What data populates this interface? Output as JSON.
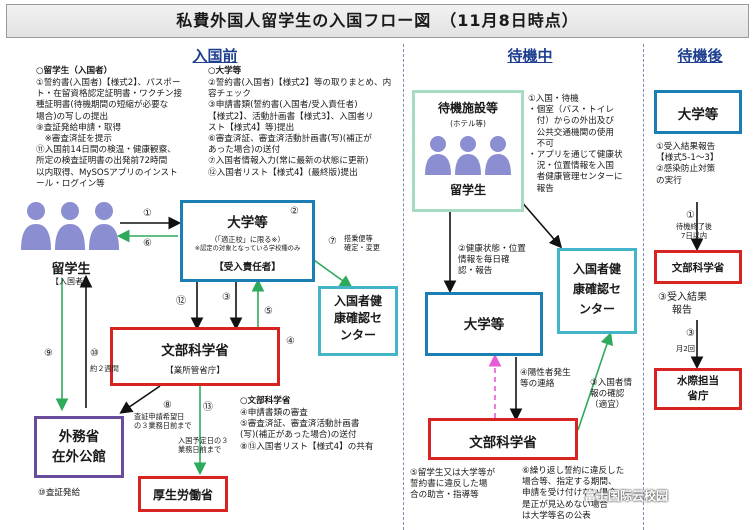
{
  "title": "私費外国人留学生の入国フロー図　（11月8日時点）",
  "sections": {
    "before": "入国前",
    "waiting": "待機中",
    "after": "待機後"
  },
  "before": {
    "student_head": "○留学生（入国者）",
    "student_lines": [
      "①誓約書(入国者)【様式2】、パスポー",
      "ト・在留資格認定証明書・ワクチン接",
      "種証明書(待機期間の短縮が必要な",
      "場合)の写しの提出",
      "⑨査証発給申請・取得",
      "　※審査済証を提示",
      "⑪入国前14日間の検温・健康観察、",
      "所定の検査証明書の出発前72時間",
      "以内取得、MySOSアプリのインスト",
      "ール・ログイン等"
    ],
    "univ_head": "○大学等",
    "univ_lines": [
      "②誓約書(入国者)【様式2】等の取りまとめ、内",
      "容チェック",
      "③申請書類(誓約書(入国者/受入責任者)",
      "【様式2】、活動計画書【様式3】、入国者リ",
      "スト【様式4】等)提出",
      "⑥審査済証、審査済活動計画書(写)(補正が",
      "あった場合)の送付",
      "⑦入国者情報入力(常に最新の状態に更新)",
      "⑫入国者リスト【様式4】(最終版)提出"
    ],
    "student_label": "留学生",
    "student_sub": "【入国者】",
    "univ_box": {
      "title": "大学等",
      "note1": "（「適正校」に限る※）",
      "note2": "※認定の対象となっている学校種のみ",
      "sub": "【受入責任者】"
    },
    "entrant_center": [
      "入国者健",
      "康確認セ",
      "ンター"
    ],
    "mext": {
      "title": "文部科学省",
      "sub": "【業所管省庁】"
    },
    "mofa": [
      "外務省",
      "在外公館"
    ],
    "mhlw": "厚生労働省",
    "mext_head": "○文部科学省",
    "mext_lines": [
      "④申請書類の審査",
      "⑤審査済証、審査済活動計画書",
      "(写)(補正があった場合)の送付",
      "⑧⑬入国者リスト【様式4】の共有"
    ],
    "visa_note": "⑩査証発給",
    "labels": {
      "n1": "①",
      "n6": "⑥",
      "n2": "②",
      "n7": "⑦",
      "n12": "⑫",
      "n3": "③",
      "n5": "⑤",
      "n4": "④",
      "n9": "⑨",
      "n10": "⑩",
      "n8": "⑧",
      "n13": "⑬",
      "n7_note": [
        "搭乗便等",
        "確定・変更"
      ],
      "n10_note": "約２週間",
      "n8_note": [
        "査証申請希望日",
        "の３業務日前まで"
      ],
      "n13_note": [
        "入国予定日の３",
        "業務日前まで"
      ]
    }
  },
  "waiting": {
    "facility": {
      "title": "待機施設等",
      "sub": "(ホテル等)",
      "label": "留学生"
    },
    "list_lines": [
      "①入国・待機",
      "・個室（バス・トイレ",
      "　付）からの外出及び",
      "　公共交通機関の使用",
      "　不可",
      "・アプリを通じて健康状",
      "　況・位置情報を入国",
      "　者健康管理センターに",
      "　報告"
    ],
    "center": [
      "入国者健",
      "康確認セ",
      "ンター"
    ],
    "univ": "大学等",
    "mext": "文部科学省",
    "n2_lines": [
      "②健康状態・位置",
      "情報を毎日確",
      "認・報告"
    ],
    "n4_lines": [
      "④陽性者発生",
      "等の連絡"
    ],
    "n3_lines": [
      "③入国者情",
      "報の確認",
      "（適宜）"
    ],
    "n5_lines": [
      "⑤留学生又は大学等が",
      "誓約書に違反した場",
      "合の助言・指導等"
    ],
    "n6_lines": [
      "⑥繰り返し誓約に違反した",
      "場合等、指定する期間、",
      "申請を受け付けない場合",
      "是正が見込めない場合",
      "は大学等名の公表"
    ],
    "watermark": "富士国际云校园"
  },
  "after": {
    "univ": "大学等",
    "n1_lines": [
      "①受入結果報告",
      "【様式5-1～3】",
      "②感染防止対策",
      "の実行"
    ],
    "n1": "①",
    "wait_note": [
      "待機終了後",
      "7日以内"
    ],
    "mext": "文部科学省",
    "n3_lines": [
      "③受入結果",
      "報告"
    ],
    "n3": "③",
    "twice": "月2回",
    "border": [
      "水際担当",
      "省庁"
    ]
  }
}
